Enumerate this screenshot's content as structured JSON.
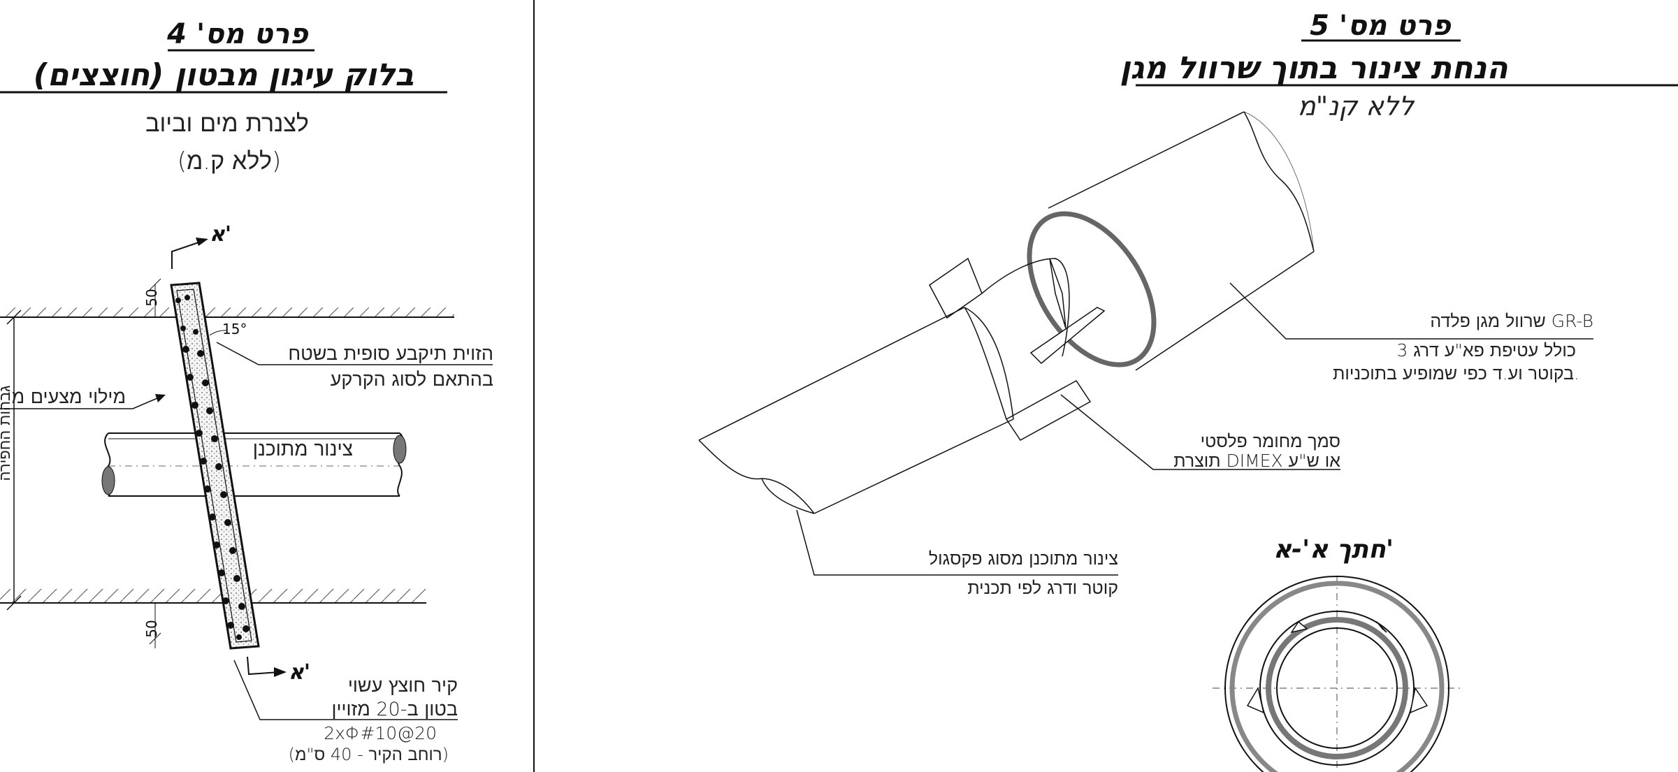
{
  "detail4": {
    "title": "פרט מס' 4",
    "subtitle": "בלוק עיגון מבטון (חוצצים)",
    "line3": "לצנרת מים וביוב",
    "scale": "(ללא ק.מ)",
    "section_mark": "א'",
    "dim_top": "50",
    "dim_bottom": "50",
    "angle": "15°",
    "label_angle_1": "הזוית תיקבע סופית בשטח",
    "label_angle_2": "בהתאם לסוג הקרקע",
    "label_fill": "מילוי מצעים מ",
    "label_height": "גבהות החפירה",
    "label_pipe": "צינור מתוכנן",
    "wall_1": "קיר חוצץ עשוי",
    "wall_2": "בטון ב-20 מזויין",
    "wall_3": "2xΦ#10@20",
    "wall_4": "(רוחב הקיר - 40 ס\"מ)"
  },
  "detail5": {
    "title": "פרט מס' 5",
    "subtitle": "הנחת צינור בתוך שרוול מגן",
    "scale": "ללא קנ\"מ",
    "sleeve_1": "שרוול מגן פלדה GR-B",
    "sleeve_2": "כולל עטיפת פא\"ע דרג 3",
    "sleeve_3": "בקוטר וע.ד כפי שמופיע בתוכניות.",
    "spacer_1": "סמך מחומר פלסטי",
    "spacer_2": "תוצרת DIMEX או ש\"ע",
    "pipe_1": "צינור מתוכנן מסוג פקסגול",
    "pipe_2": "קוטר ודרג לפי תכנית",
    "section_title": "חתך א'-א'"
  }
}
